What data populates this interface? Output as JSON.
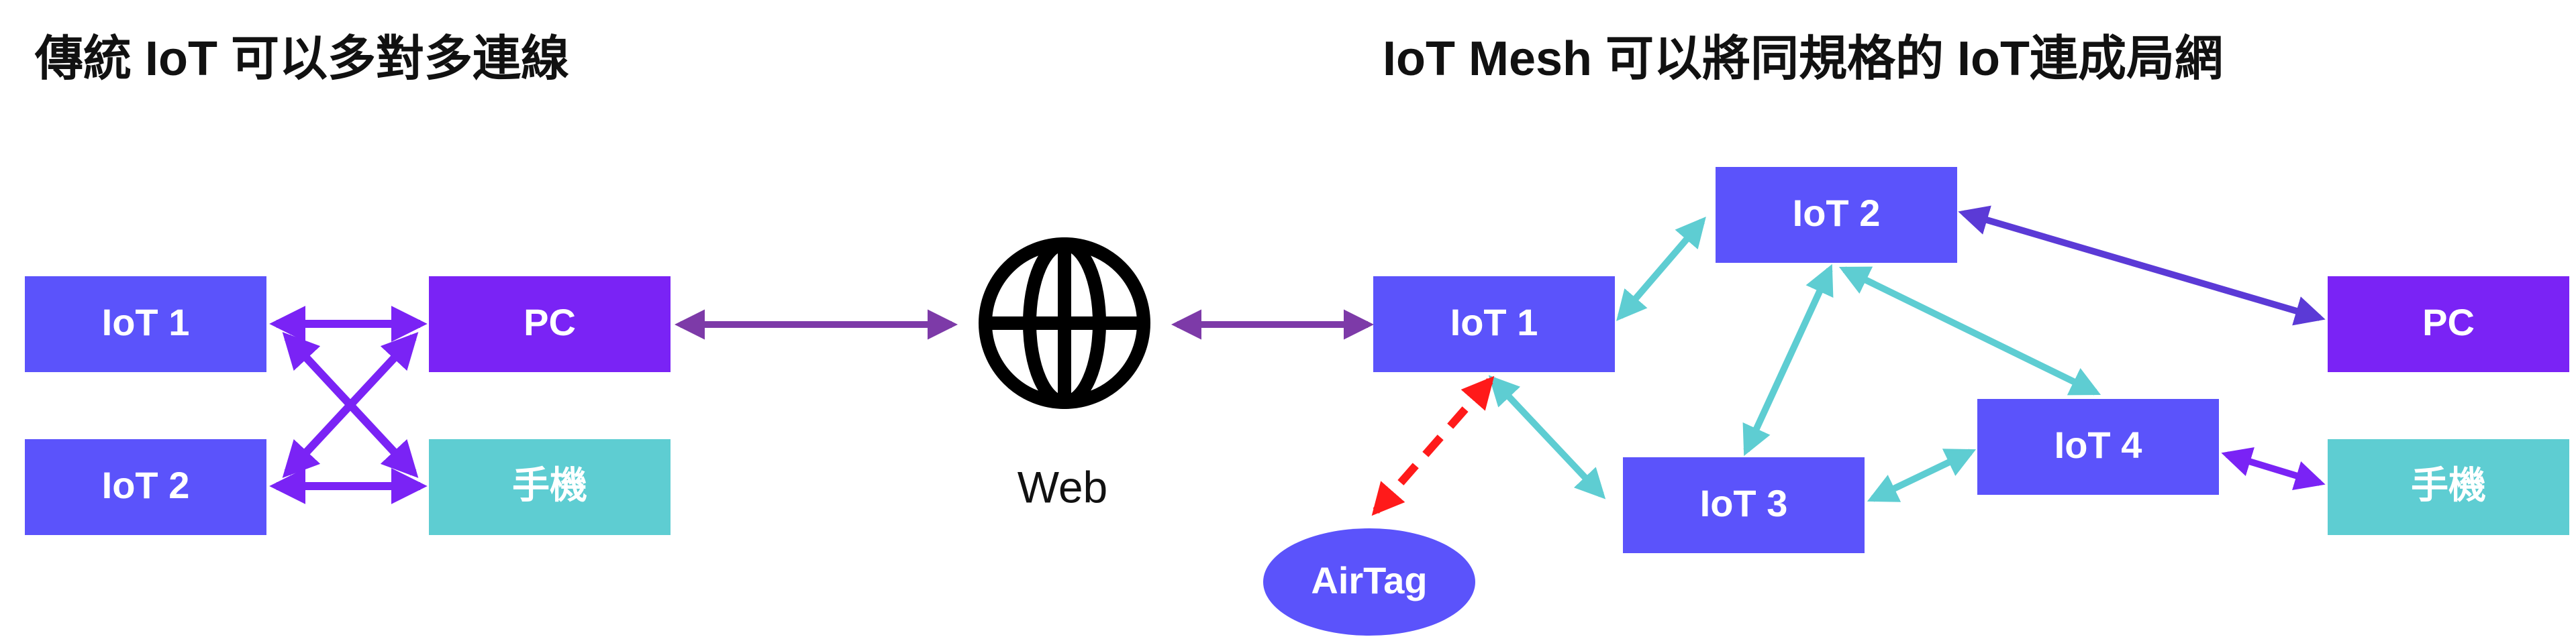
{
  "titles": {
    "left": "傳統 IoT 可以多對多連線",
    "right": "IoT Mesh 可以將同規格的 IoT連成局網"
  },
  "colors": {
    "iot": "#5b53fb",
    "pc": "#7a23f5",
    "phone": "#5ecdd2",
    "web_arrow": "#7d3aa8",
    "mesh_arrow": "#5ecdd2",
    "airtag_arrow": "#ff1a1a",
    "globe": "#000000"
  },
  "icons": {
    "web": "globe-icon"
  },
  "left": {
    "iot1": "IoT 1",
    "iot2": "IoT 2",
    "pc": "PC",
    "phone": "手機"
  },
  "center": {
    "web_label": "Web"
  },
  "right": {
    "iot1": "IoT 1",
    "iot2": "IoT 2",
    "iot3": "IoT 3",
    "iot4": "IoT 4",
    "pc": "PC",
    "phone": "手機",
    "airtag": "AirTag"
  }
}
